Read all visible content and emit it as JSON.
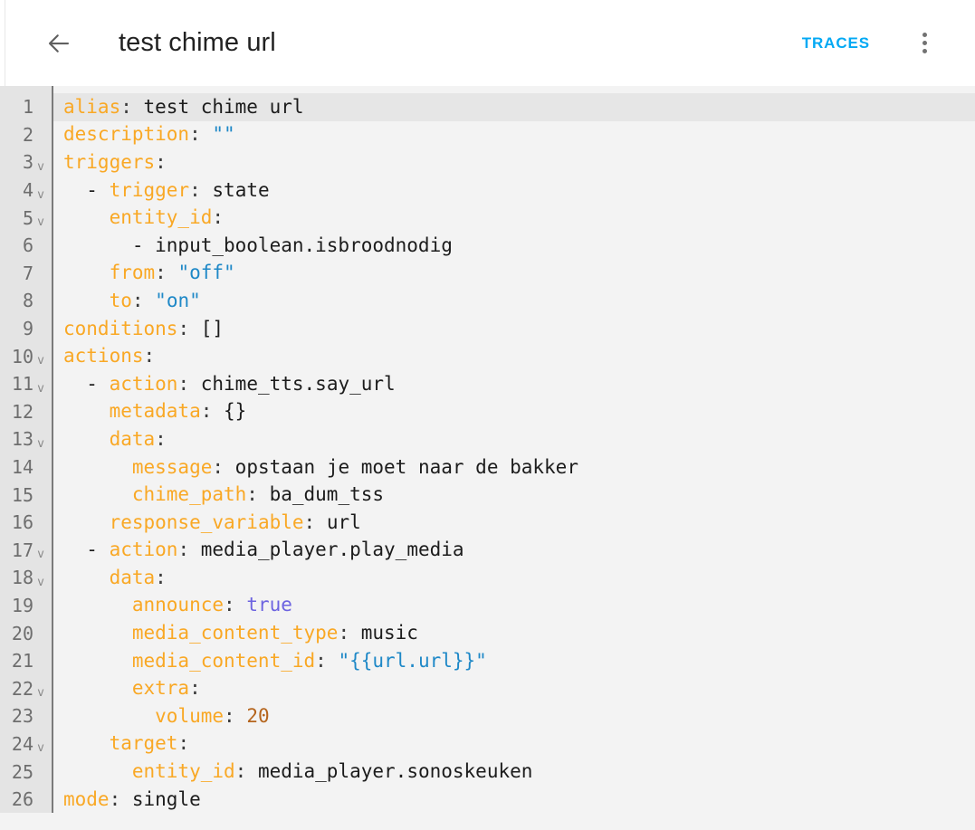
{
  "toolbar": {
    "back_icon": "arrow-left-icon",
    "title": "test chime url",
    "traces_label": "TRACES",
    "overflow_icon": "more-vert-icon"
  },
  "editor": {
    "language": "yaml",
    "active_line": 1,
    "total_lines": 26,
    "fold_marker": "v",
    "colors": {
      "gutter_bg": "#e4e4e4",
      "code_bg": "#f3f3f3",
      "active_line_bg": "#e6e6e6",
      "key": "#f9a825",
      "string": "#1e88c7",
      "boolean": "#6c63e0",
      "number": "#b5651d",
      "plain": "#1c1c1c",
      "line_number": "#6e6e6e",
      "accent": "#03a9f4"
    },
    "lines": [
      {
        "n": 1,
        "fold": false,
        "indent": "",
        "tokens": [
          {
            "t": "key",
            "v": "alias"
          },
          {
            "t": "punct",
            "v": ": "
          },
          {
            "t": "plain",
            "v": "test chime url"
          }
        ]
      },
      {
        "n": 2,
        "fold": false,
        "indent": "",
        "tokens": [
          {
            "t": "key",
            "v": "description"
          },
          {
            "t": "punct",
            "v": ": "
          },
          {
            "t": "str",
            "v": "\"\""
          }
        ]
      },
      {
        "n": 3,
        "fold": true,
        "indent": "",
        "tokens": [
          {
            "t": "key",
            "v": "triggers"
          },
          {
            "t": "punct",
            "v": ":"
          }
        ]
      },
      {
        "n": 4,
        "fold": true,
        "indent": "  ",
        "tokens": [
          {
            "t": "plain",
            "v": "- "
          },
          {
            "t": "key",
            "v": "trigger"
          },
          {
            "t": "punct",
            "v": ": "
          },
          {
            "t": "plain",
            "v": "state"
          }
        ]
      },
      {
        "n": 5,
        "fold": true,
        "indent": "    ",
        "tokens": [
          {
            "t": "key",
            "v": "entity_id"
          },
          {
            "t": "punct",
            "v": ":"
          }
        ]
      },
      {
        "n": 6,
        "fold": false,
        "indent": "      ",
        "tokens": [
          {
            "t": "plain",
            "v": "- input_boolean.isbroodnodig"
          }
        ]
      },
      {
        "n": 7,
        "fold": false,
        "indent": "    ",
        "tokens": [
          {
            "t": "key",
            "v": "from"
          },
          {
            "t": "punct",
            "v": ": "
          },
          {
            "t": "str",
            "v": "\"off\""
          }
        ]
      },
      {
        "n": 8,
        "fold": false,
        "indent": "    ",
        "tokens": [
          {
            "t": "key",
            "v": "to"
          },
          {
            "t": "punct",
            "v": ": "
          },
          {
            "t": "str",
            "v": "\"on\""
          }
        ]
      },
      {
        "n": 9,
        "fold": false,
        "indent": "",
        "tokens": [
          {
            "t": "key",
            "v": "conditions"
          },
          {
            "t": "punct",
            "v": ": "
          },
          {
            "t": "plain",
            "v": "[]"
          }
        ]
      },
      {
        "n": 10,
        "fold": true,
        "indent": "",
        "tokens": [
          {
            "t": "key",
            "v": "actions"
          },
          {
            "t": "punct",
            "v": ":"
          }
        ]
      },
      {
        "n": 11,
        "fold": true,
        "indent": "  ",
        "tokens": [
          {
            "t": "plain",
            "v": "- "
          },
          {
            "t": "key",
            "v": "action"
          },
          {
            "t": "punct",
            "v": ": "
          },
          {
            "t": "plain",
            "v": "chime_tts.say_url"
          }
        ]
      },
      {
        "n": 12,
        "fold": false,
        "indent": "    ",
        "tokens": [
          {
            "t": "key",
            "v": "metadata"
          },
          {
            "t": "punct",
            "v": ": "
          },
          {
            "t": "plain",
            "v": "{}"
          }
        ]
      },
      {
        "n": 13,
        "fold": true,
        "indent": "    ",
        "tokens": [
          {
            "t": "key",
            "v": "data"
          },
          {
            "t": "punct",
            "v": ":"
          }
        ]
      },
      {
        "n": 14,
        "fold": false,
        "indent": "      ",
        "tokens": [
          {
            "t": "key",
            "v": "message"
          },
          {
            "t": "punct",
            "v": ": "
          },
          {
            "t": "plain",
            "v": "opstaan je moet naar de bakker"
          }
        ]
      },
      {
        "n": 15,
        "fold": false,
        "indent": "      ",
        "tokens": [
          {
            "t": "key",
            "v": "chime_path"
          },
          {
            "t": "punct",
            "v": ": "
          },
          {
            "t": "plain",
            "v": "ba_dum_tss"
          }
        ]
      },
      {
        "n": 16,
        "fold": false,
        "indent": "    ",
        "tokens": [
          {
            "t": "key",
            "v": "response_variable"
          },
          {
            "t": "punct",
            "v": ": "
          },
          {
            "t": "plain",
            "v": "url"
          }
        ]
      },
      {
        "n": 17,
        "fold": true,
        "indent": "  ",
        "tokens": [
          {
            "t": "plain",
            "v": "- "
          },
          {
            "t": "key",
            "v": "action"
          },
          {
            "t": "punct",
            "v": ": "
          },
          {
            "t": "plain",
            "v": "media_player.play_media"
          }
        ]
      },
      {
        "n": 18,
        "fold": true,
        "indent": "    ",
        "tokens": [
          {
            "t": "key",
            "v": "data"
          },
          {
            "t": "punct",
            "v": ":"
          }
        ]
      },
      {
        "n": 19,
        "fold": false,
        "indent": "      ",
        "tokens": [
          {
            "t": "key",
            "v": "announce"
          },
          {
            "t": "punct",
            "v": ": "
          },
          {
            "t": "bool",
            "v": "true"
          }
        ]
      },
      {
        "n": 20,
        "fold": false,
        "indent": "      ",
        "tokens": [
          {
            "t": "key",
            "v": "media_content_type"
          },
          {
            "t": "punct",
            "v": ": "
          },
          {
            "t": "plain",
            "v": "music"
          }
        ]
      },
      {
        "n": 21,
        "fold": false,
        "indent": "      ",
        "tokens": [
          {
            "t": "key",
            "v": "media_content_id"
          },
          {
            "t": "punct",
            "v": ": "
          },
          {
            "t": "str",
            "v": "\"{{url.url}}\""
          }
        ]
      },
      {
        "n": 22,
        "fold": true,
        "indent": "      ",
        "tokens": [
          {
            "t": "key",
            "v": "extra"
          },
          {
            "t": "punct",
            "v": ":"
          }
        ]
      },
      {
        "n": 23,
        "fold": false,
        "indent": "        ",
        "tokens": [
          {
            "t": "key",
            "v": "volume"
          },
          {
            "t": "punct",
            "v": ": "
          },
          {
            "t": "num",
            "v": "20"
          }
        ]
      },
      {
        "n": 24,
        "fold": true,
        "indent": "    ",
        "tokens": [
          {
            "t": "key",
            "v": "target"
          },
          {
            "t": "punct",
            "v": ":"
          }
        ]
      },
      {
        "n": 25,
        "fold": false,
        "indent": "      ",
        "tokens": [
          {
            "t": "key",
            "v": "entity_id"
          },
          {
            "t": "punct",
            "v": ": "
          },
          {
            "t": "plain",
            "v": "media_player.sonoskeuken"
          }
        ]
      },
      {
        "n": 26,
        "fold": false,
        "indent": "",
        "tokens": [
          {
            "t": "key",
            "v": "mode"
          },
          {
            "t": "punct",
            "v": ": "
          },
          {
            "t": "plain",
            "v": "single"
          }
        ]
      }
    ]
  }
}
